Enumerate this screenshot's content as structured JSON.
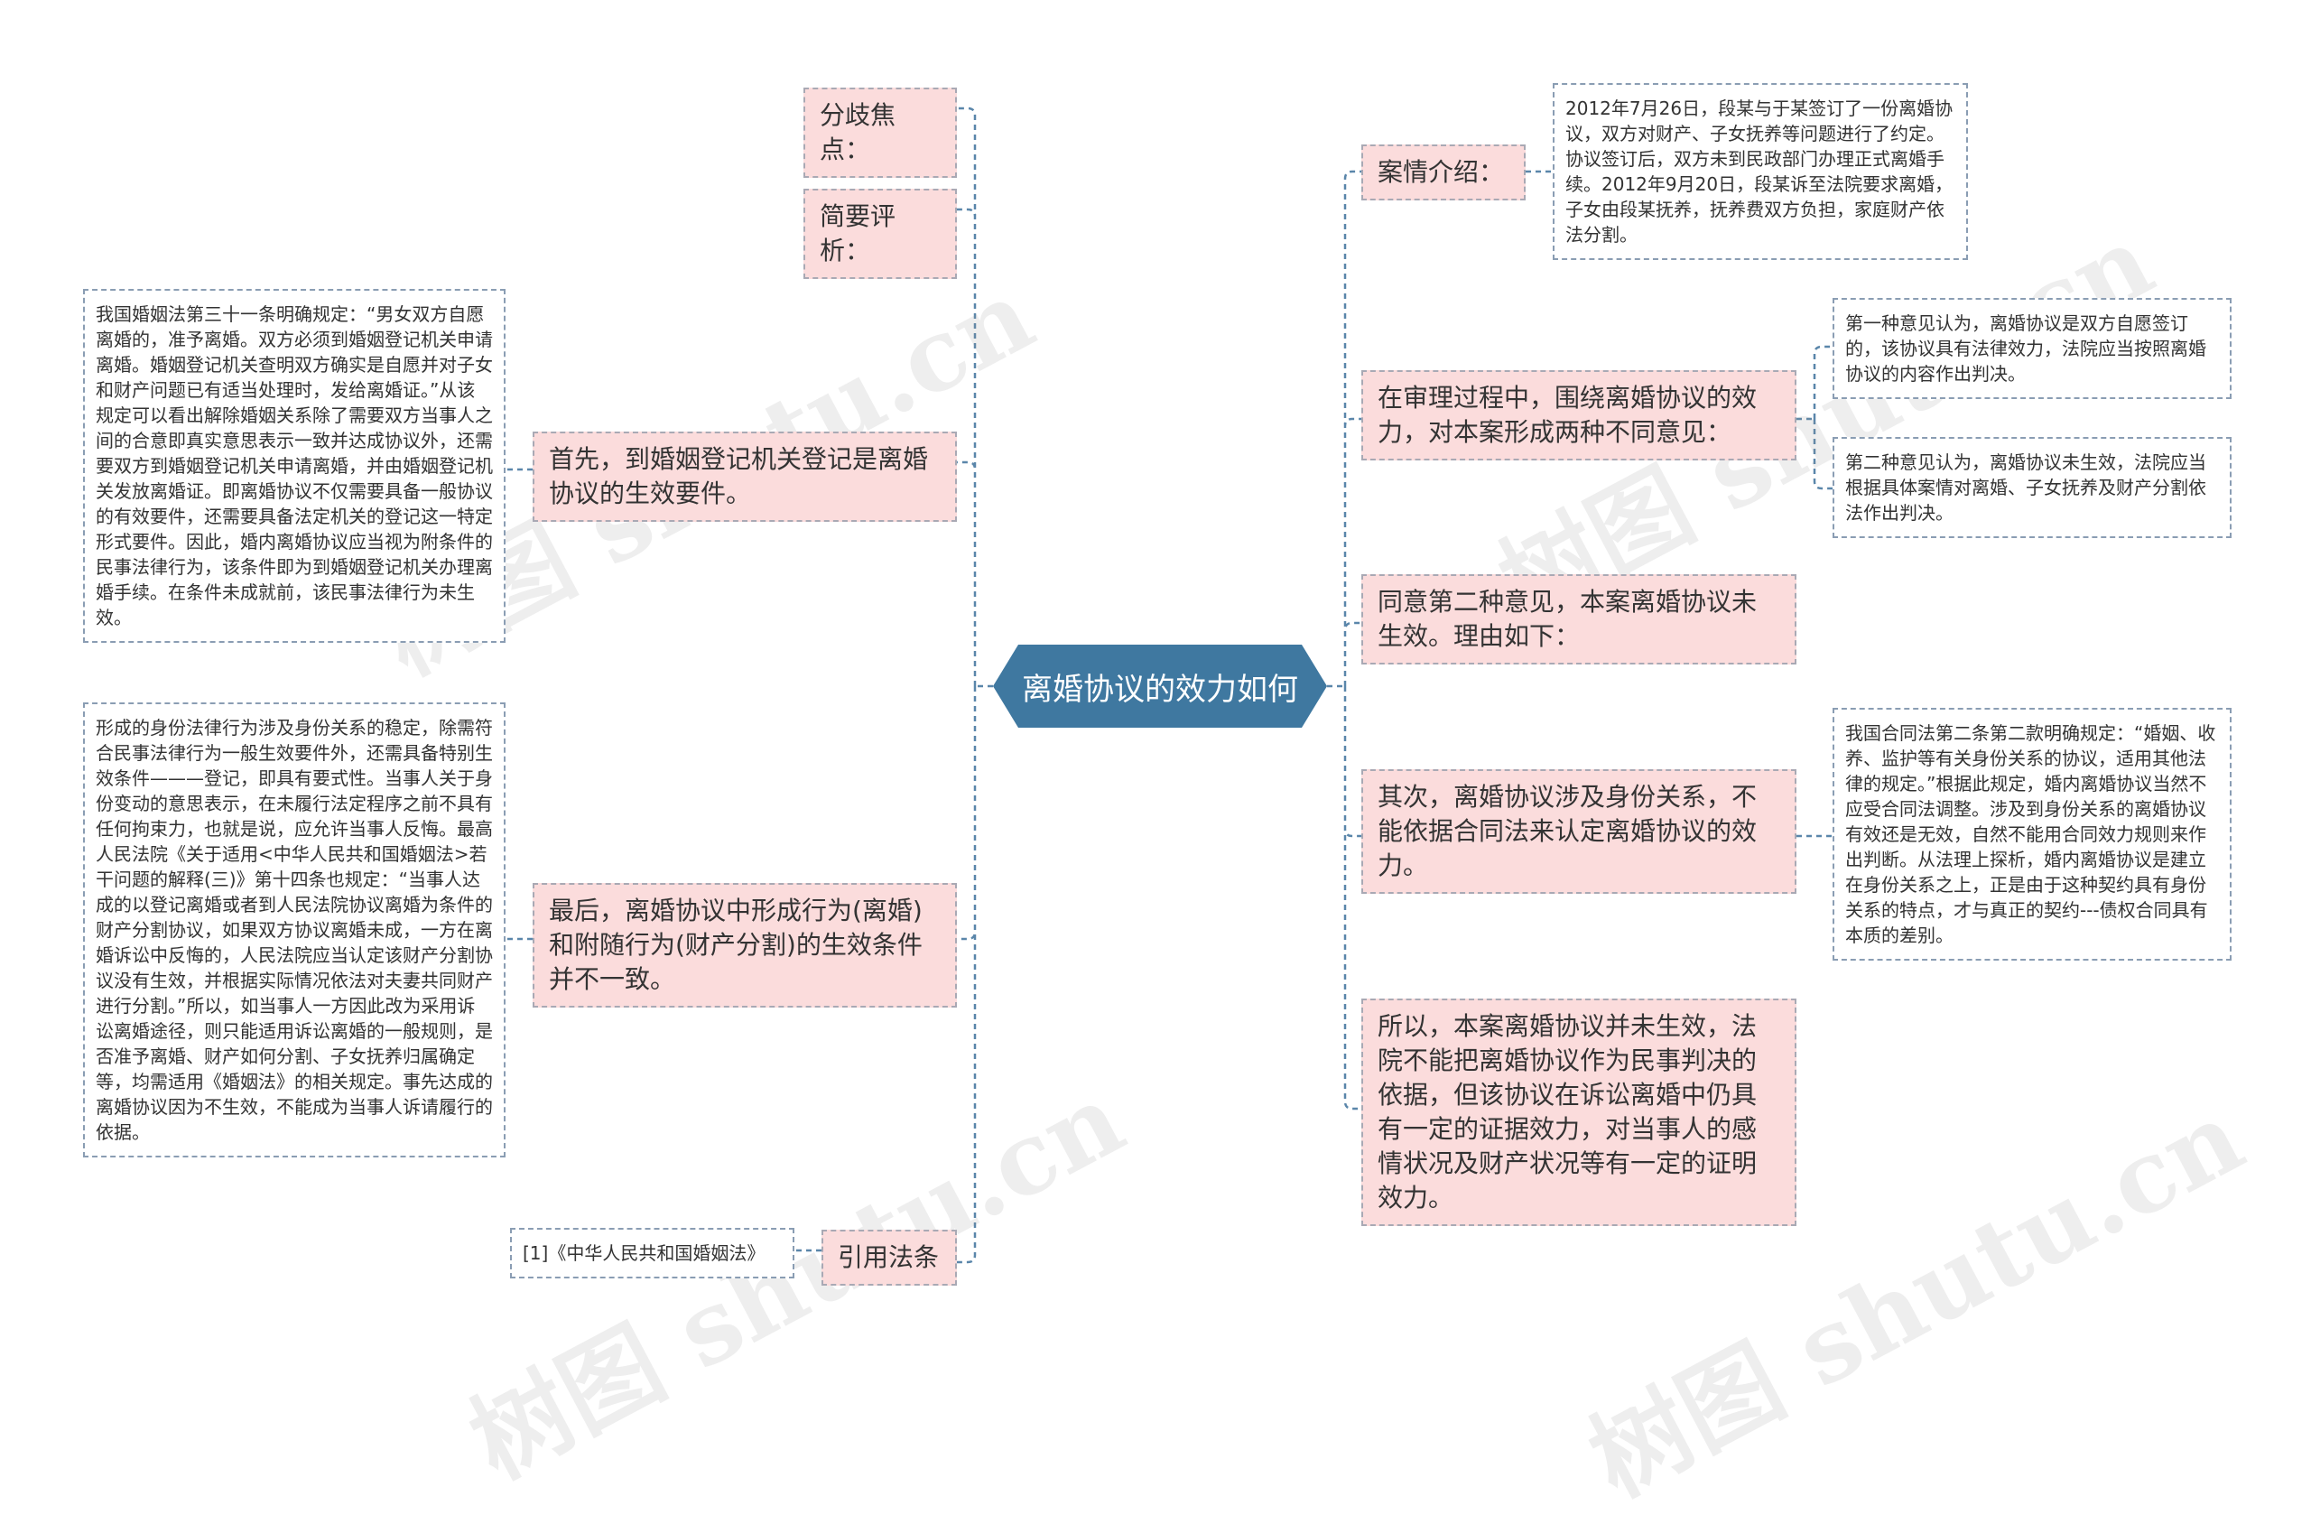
{
  "central_topic": "离婚协议的效力如何",
  "left": {
    "dispute": "分歧焦点：",
    "analysis": "简要评析：",
    "first_point": "首先，到婚姻登记机关登记是离婚协议的生效要件。",
    "first_detail": "我国婚姻法第三十一条明确规定：“男女双方自愿离婚的，准予离婚。双方必须到婚姻登记机关申请离婚。婚姻登记机关查明双方确实是自愿并对子女和财产问题已有适当处理时，发给离婚证。”从该规定可以看出解除婚姻关系除了需要双方当事人之间的合意即真实意思表示一致并达成协议外，还需要双方到婚姻登记机关申请离婚，并由婚姻登记机关发放离婚证。即离婚协议不仅需要具备一般协议的有效要件，还需要具备法定机关的登记这一特定形式要件。因此，婚内离婚协议应当视为附条件的民事法律行为，该条件即为到婚姻登记机关办理离婚手续。在条件未成就前，该民事法律行为未生效。",
    "last_point": "最后，离婚协议中形成行为(离婚)和附随行为(财产分割)的生效条件并不一致。",
    "last_detail": "形成的身份法律行为涉及身份关系的稳定，除需符合民事法律行为一般生效要件外，还需具备特别生效条件———登记，即具有要式性。当事人关于身份变动的意思表示，在未履行法定程序之前不具有任何拘束力，也就是说，应允许当事人反悔。最高人民法院《关于适用<中华人民共和国婚姻法>若干问题的解释(三)》第十四条也规定：“当事人达成的以登记离婚或者到人民法院协议离婚为条件的财产分割协议，如果双方协议离婚未成，一方在离婚诉讼中反悔的，人民法院应当认定该财产分割协议没有生效，并根据实际情况依法对夫妻共同财产进行分割。”所以，如当事人一方因此改为采用诉讼离婚途径，则只能适用诉讼离婚的一般规则，是否准予离婚、财产如何分割、子女抚养归属确定等，均需适用《婚姻法》的相关规定。事先达成的离婚协议因为不生效，不能成为当事人诉请履行的依据。",
    "citation": "引用法条",
    "citation_detail": "[1]《中华人民共和国婚姻法》"
  },
  "right": {
    "case_intro": "案情介绍：",
    "case_detail": "2012年7月26日，段某与于某签订了一份离婚协议，双方对财产、子女抚养等问题进行了约定。协议签订后，双方未到民政部门办理正式离婚手续。2012年9月20日，段某诉至法院要求离婚，子女由段某抚养，抚养费双方负担，家庭财产依法分割。",
    "trial_views": "在审理过程中，围绕离婚协议的效力，对本案形成两种不同意见：",
    "view_one": "第一种意见认为，离婚协议是双方自愿签订的，该协议具有法律效力，法院应当按照离婚协议的内容作出判决。",
    "view_two": "第二种意见认为，离婚协议未生效，法院应当根据具体案情对离婚、子女抚养及财产分割依法作出判决。",
    "agree": "同意第二种意见，本案离婚协议未生效。理由如下：",
    "second_point": "其次，离婚协议涉及身份关系，不能依据合同法来认定离婚协议的效力。",
    "second_detail": "我国合同法第二条第二款明确规定：“婚姻、收养、监护等有关身份关系的协议，适用其他法律的规定。”根据此规定，婚内离婚协议当然不应受合同法调整。涉及到身份关系的离婚协议有效还是无效，自然不能用合同效力规则来作出判断。从法理上探析，婚内离婚协议是建立在身份关系之上，正是由于这种契约具有身份关系的特点，才与真正的契约---债权合同具有本质的差别。",
    "conclusion": "所以，本案离婚协议并未生效，法院不能把离婚协议作为民事判决的依据，但该协议在诉讼离婚中仍具有一定的证据效力，对当事人的感情状况及财产状况等有一定的证明效力。"
  },
  "watermark": "树图 shutu.cn",
  "colors": {
    "center_fill": "#3f78a0",
    "node_fill": "#fbdcdc",
    "connector": "#5a86aa",
    "leaf_border": "#8a9db3"
  }
}
